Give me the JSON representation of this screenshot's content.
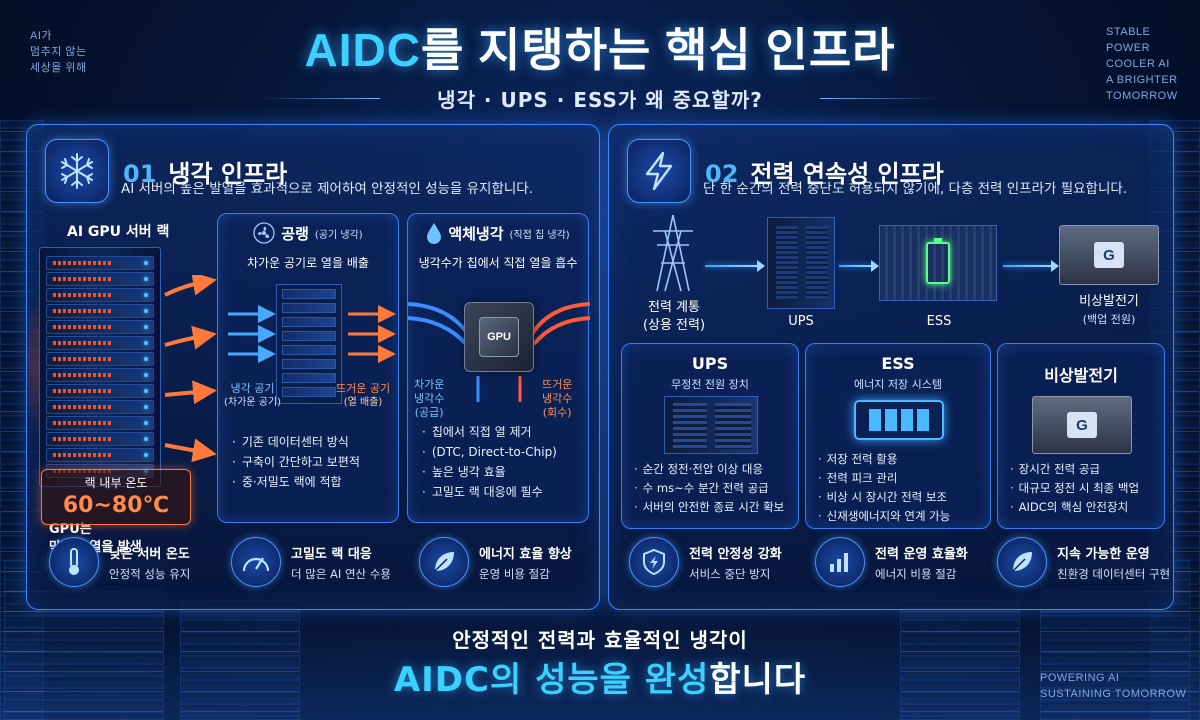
{
  "corner_left": [
    "AI가",
    "멈추지 않는",
    "세상을 위해"
  ],
  "corner_right": [
    "STABLE",
    "POWER",
    "COOLER AI",
    "A BRIGHTER",
    "TOMORROW"
  ],
  "corner_bottom": [
    "POWERING AI",
    "SUSTAINING TOMORROW"
  ],
  "title": {
    "accent": "AIDC",
    "rest": "를 지탱하는 핵심 인프라"
  },
  "subtitle": "냉각 · UPS · ESS가 왜 중요할까?",
  "cooling": {
    "num": "01",
    "title": "냉각 인프라",
    "desc": "AI 서버의 높은 발열을 효과적으로 제어하여 안정적인 성능을 유지합니다.",
    "icon": "snowflake-icon",
    "rack_label": "AI GPU 서버 랙",
    "gpu_heat": [
      "GPU는",
      "막대한 열을 발생"
    ],
    "temp_label": "랙 내부 온도",
    "temp_value": "60~80℃",
    "air": {
      "title": "공랭",
      "title_note": "(공기 냉각)",
      "desc": "차가운 공기로 열을 배출",
      "cool_label": [
        "냉각 공기",
        "(차가운 공기)"
      ],
      "hot_label": [
        "뜨거운 공기",
        "(열 배출)"
      ],
      "bullets": [
        "기존 데이터센터 방식",
        "구축이 간단하고 보편적",
        "중·저밀도 랙에 적합"
      ]
    },
    "liquid": {
      "title": "액체냉각",
      "title_note": "(직접 칩 냉각)",
      "desc": "냉각수가 칩에서 직접 열을 흡수",
      "gpu_label": "GPU",
      "cool_label": [
        "차가운",
        "냉각수",
        "(공급)"
      ],
      "hot_label": [
        "뜨거운",
        "냉각수",
        "(회수)"
      ],
      "bullets": [
        "칩에서 직접 열 제거",
        "(DTC, Direct-to-Chip)",
        "높은 냉각 효율",
        "고밀도 랙 대응에 필수"
      ]
    },
    "features": [
      {
        "title": "낮은 서버 온도",
        "desc": "안정적 성능 유지",
        "icon": "thermometer-icon"
      },
      {
        "title": "고밀도 랙 대응",
        "desc": "더 많은 AI 연산 수용",
        "icon": "gauge-icon"
      },
      {
        "title": "에너지 효율 향상",
        "desc": "운영 비용 절감",
        "icon": "leaf-icon"
      }
    ]
  },
  "power": {
    "num": "02",
    "title": "전력 연속성 인프라",
    "desc": "단 한 순간의 전력 중단도 허용되지 않기에, 다층 전력 인프라가 필요합니다.",
    "icon": "lightning-icon",
    "flow": {
      "grid": [
        "전력 계통",
        "(상용 전력)"
      ],
      "ups": "UPS",
      "ess": "ESS",
      "gen": [
        "비상발전기",
        "(백업 전원)"
      ],
      "gen_badge": "G"
    },
    "cards": {
      "ups": {
        "title": "UPS",
        "sub": "무정전 전원 장치",
        "bullets": [
          "순간 정전·전압 이상 대응",
          "수 ms~수 분간 전력 공급",
          "서버의 안전한 종료 시간 확보"
        ]
      },
      "ess": {
        "title": "ESS",
        "sub": "에너지 저장 시스템",
        "bullets": [
          "저장 전력 활용",
          "전력 피크 관리",
          "비상 시 장시간 전력 보조",
          "신재생에너지와 연계 가능"
        ]
      },
      "gen": {
        "title": "비상발전기",
        "badge": "G",
        "bullets": [
          "장시간 전력 공급",
          "대규모 정전 시 최종 백업",
          "AIDC의 핵심 안전장치"
        ]
      }
    },
    "features": [
      {
        "title": "전력 안정성 강화",
        "desc": "서비스 중단 방지",
        "icon": "shield-icon"
      },
      {
        "title": "전력 운영 효율화",
        "desc": "에너지 비용 절감",
        "icon": "bar-chart-icon"
      },
      {
        "title": "지속 가능한 운영",
        "desc": "친환경 데이터센터 구현",
        "icon": "leaf-icon"
      }
    ]
  },
  "footer": {
    "line1": "안정적인 전력과 효율적인 냉각이",
    "accent": "AIDC의 성능을 완성",
    "rest": "합니다"
  },
  "colors": {
    "accent": "#3ad0ff",
    "hot": "#ff8c4a",
    "border": "#3f86ff",
    "battery": "#5aff8a"
  }
}
